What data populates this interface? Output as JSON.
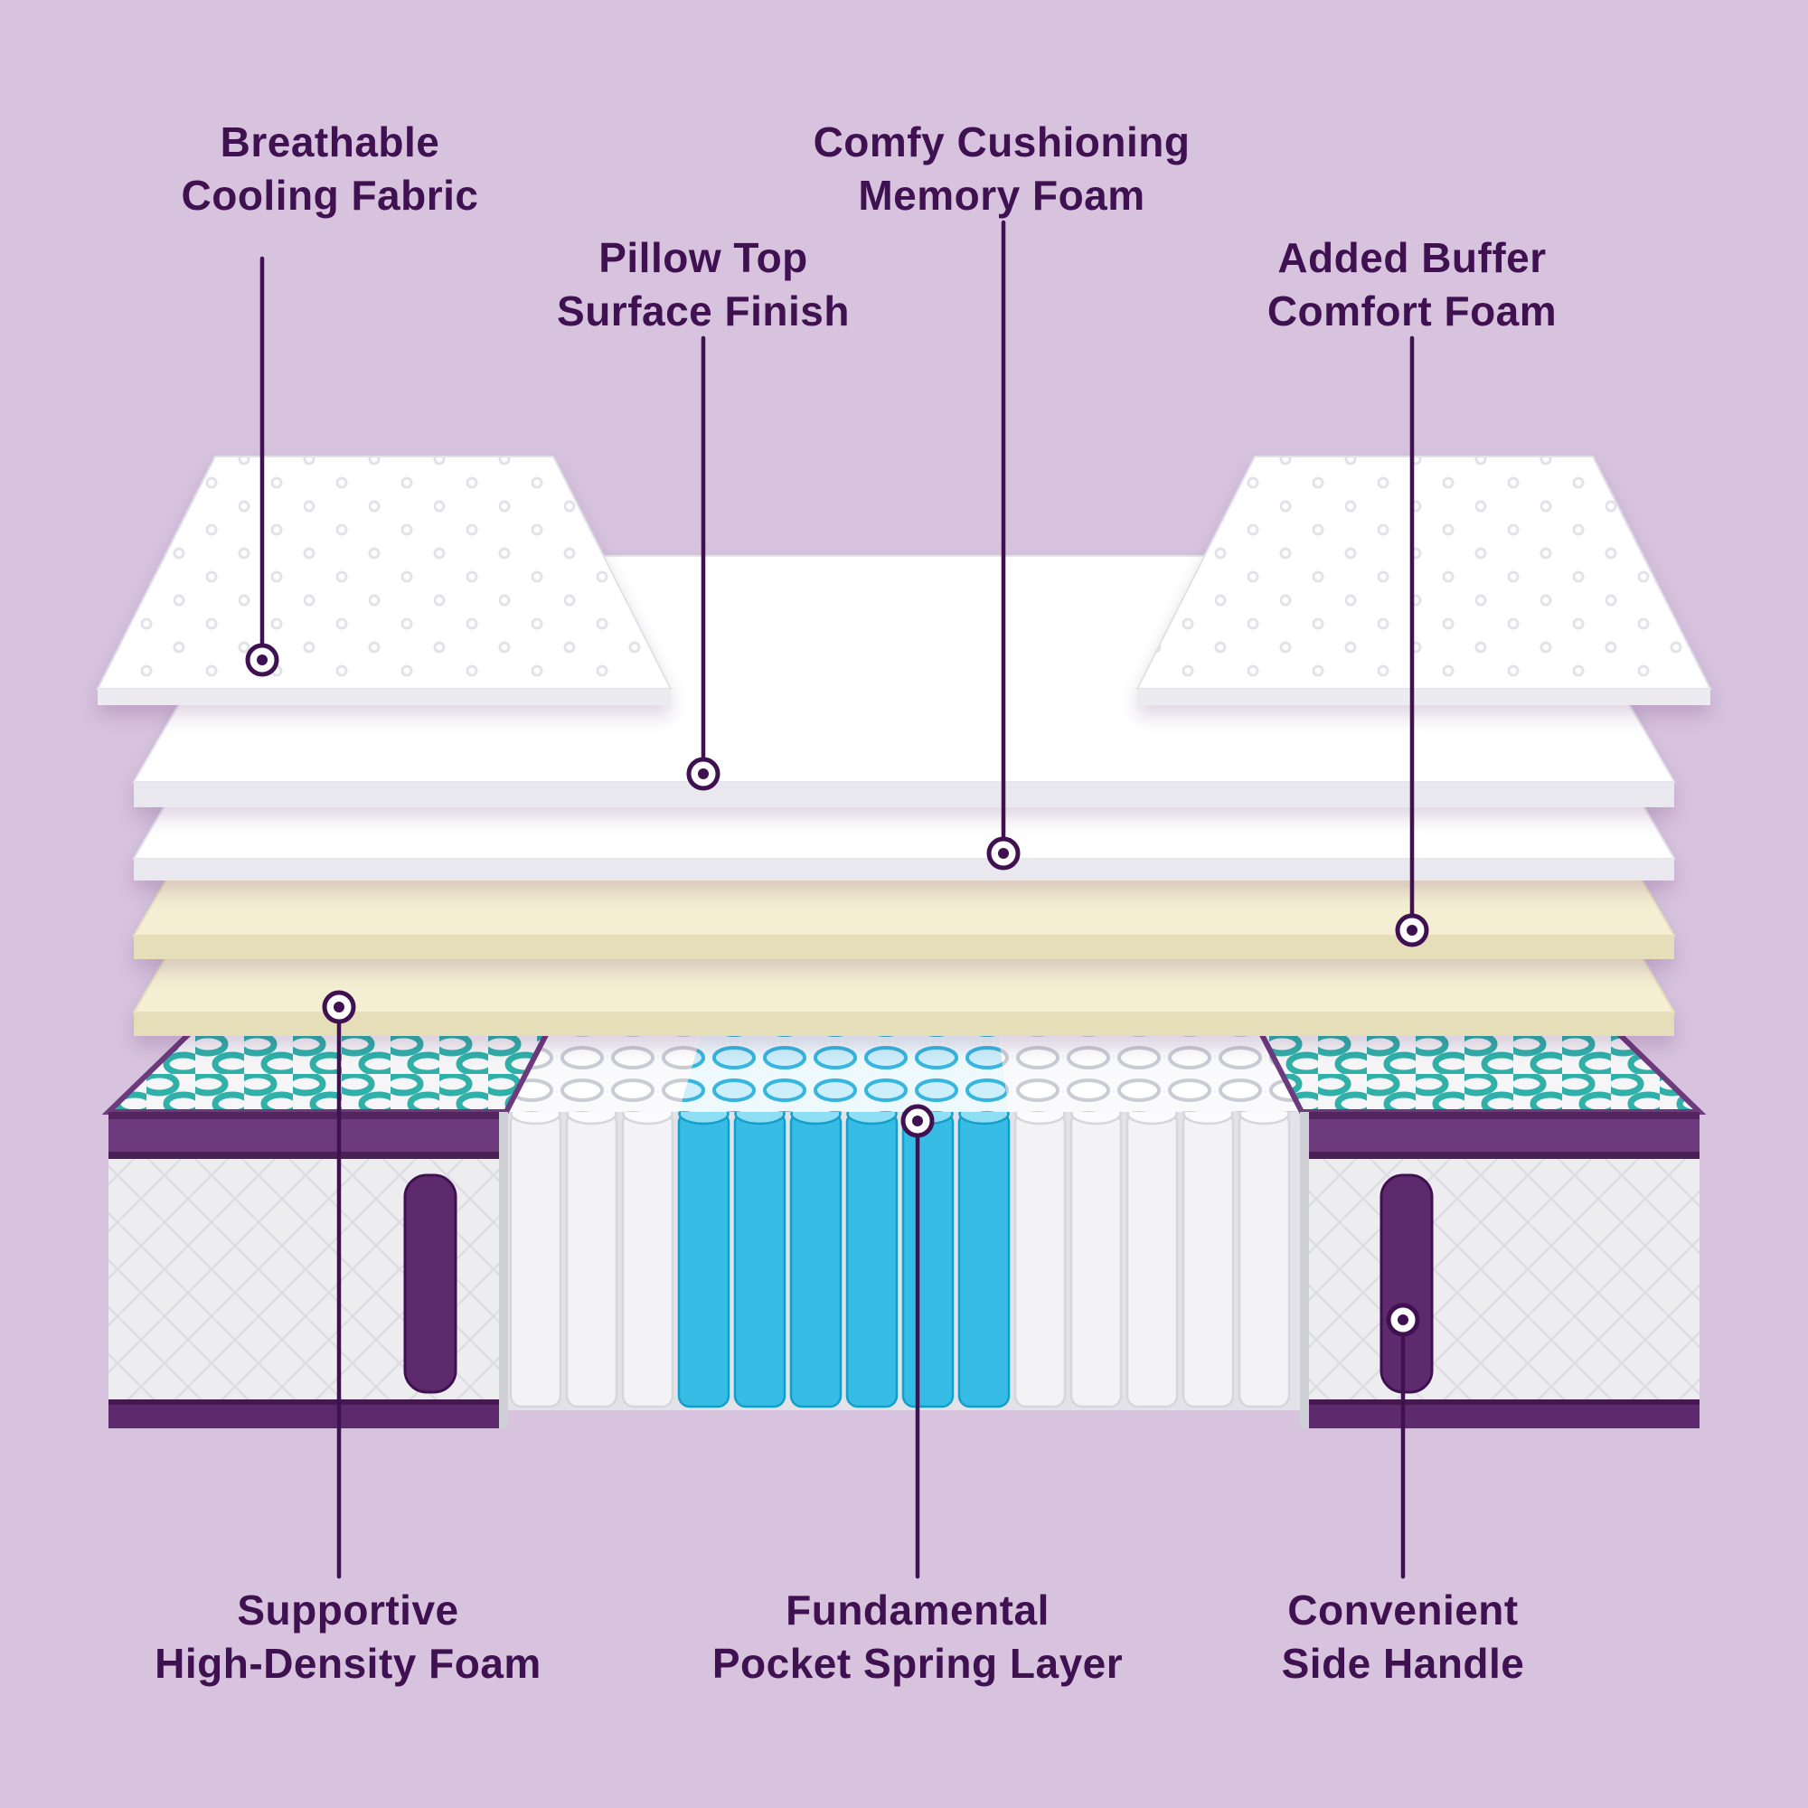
{
  "theme": {
    "bg": "#d7c3de",
    "ink": "#3f1150"
  },
  "colors": {
    "label_text": "#3f1150",
    "callout_line": "#3f1150",
    "mattress_white_layer": "#ffffff",
    "mattress_cream_foam": "#f4eed2",
    "base_fabric_grey": "#ededf0",
    "base_purple_band": "#6d3a7e",
    "handle_purple": "#5d2a6e",
    "coil_teal": "#2fb0a9",
    "spring_cyan": "#36bce5"
  },
  "callouts": {
    "cooling_fabric": {
      "line1": "Breathable",
      "line2": "Cooling Fabric"
    },
    "pillow_top": {
      "line1": "Pillow Top",
      "line2": "Surface Finish"
    },
    "memory_foam": {
      "line1": "Comfy Cushioning",
      "line2": "Memory Foam"
    },
    "buffer_foam": {
      "line1": "Added Buffer",
      "line2": "Comfort Foam"
    },
    "hd_foam": {
      "line1": "Supportive",
      "line2": "High-Density Foam"
    },
    "pocket_spring": {
      "line1": "Fundamental",
      "line2": "Pocket Spring Layer"
    },
    "side_handle": {
      "line1": "Convenient",
      "line2": "Side Handle"
    }
  }
}
